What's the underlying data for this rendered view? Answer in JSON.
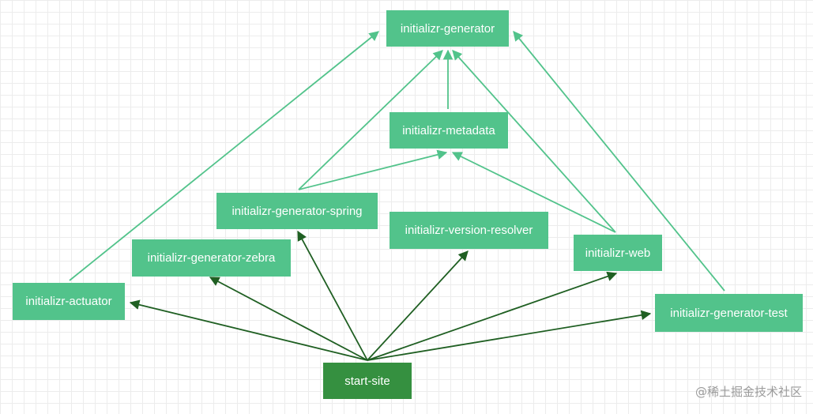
{
  "diagram": {
    "nodes": {
      "generator": "initializr-generator",
      "metadata": "initializr-metadata",
      "generator_spring": "initializr-generator-spring",
      "version_resolver": "initializr-version-resolver",
      "generator_zebra": "initializr-generator-zebra",
      "web": "initializr-web",
      "actuator": "initializr-actuator",
      "generator_test": "initializr-generator-test",
      "start_site": "start-site"
    },
    "colors": {
      "node_fill": "#52c38b",
      "start_fill": "#359040",
      "light_edge": "#52c38b",
      "dark_edge": "#1f5f22",
      "grid": "#ececec"
    }
  },
  "watermark": "@稀土掘金技术社区"
}
